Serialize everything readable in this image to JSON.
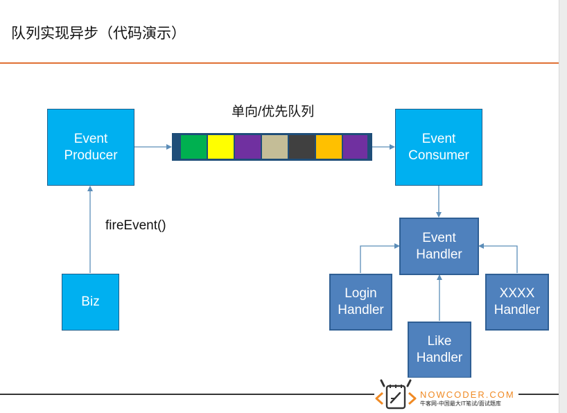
{
  "slide": {
    "title": "队列实现异步（代码演示）"
  },
  "diagram": {
    "queue_label": "单向/优先队列",
    "fire_event_label": "fireEvent()",
    "nodes": {
      "event_producer": "Event\nProducer",
      "event_consumer": "Event\nConsumer",
      "event_handler": "Event\nHandler",
      "biz": "Biz",
      "login_handler": "Login\nHandler",
      "like_handler": "Like\nHandler",
      "xxxx_handler": "XXXX\nHandler"
    },
    "queue_colors": [
      "#00b050",
      "#ffff00",
      "#7030a0",
      "#c4bd97",
      "#404040",
      "#ffc000",
      "#7030a0"
    ]
  },
  "watermark": {
    "brand": "NOWCODER.COM",
    "slogan": "牛客网-中国最大IT笔试/面试题库",
    "icon": "nowcoder-logo-icon"
  },
  "colors": {
    "cyan_box": "#00b0f0",
    "steel_box": "#4f81bd",
    "title_rule": "#e07033",
    "arrow": "#5b8db8"
  }
}
